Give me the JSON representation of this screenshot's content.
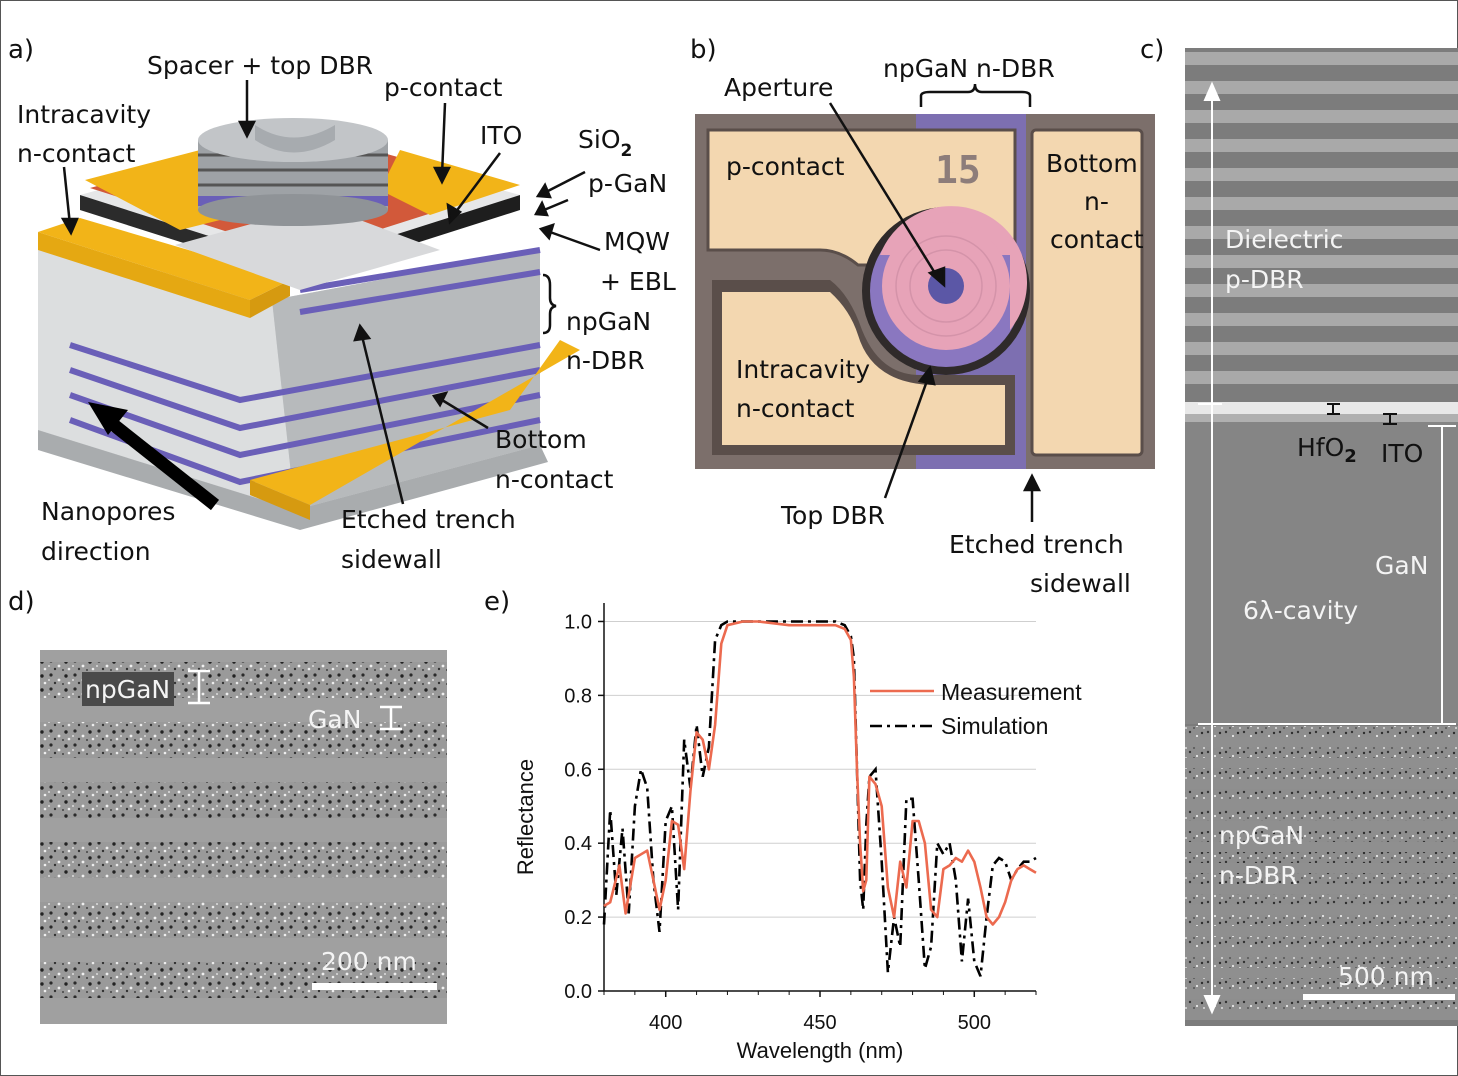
{
  "panels": {
    "a": {
      "tag": "a)",
      "labels": {
        "spacer_top_dbr": "Spacer + top DBR",
        "p_contact": "p-contact",
        "intracavity_1": "Intracavity",
        "intracavity_2": "n-contact",
        "ito": "ITO",
        "sio2_base": "SiO",
        "sio2_sub": "2",
        "p_gan": "p-GaN",
        "mqw_1": "MQW",
        "mqw_2": "+ EBL",
        "npgan_1": "npGaN",
        "npgan_2": "n-DBR",
        "bottom_1": "Bottom",
        "bottom_2": "n-contact",
        "nanopores_1": "Nanopores",
        "nanopores_2": "direction",
        "etched_1": "Etched trench",
        "etched_2": "sidewall"
      }
    },
    "b": {
      "tag": "b)",
      "labels": {
        "aperture": "Aperture",
        "npgan_ndbr": "npGaN n-DBR",
        "p_contact": "p-contact",
        "device_number": "15",
        "bottom_1": "Bottom",
        "bottom_2": "n-",
        "bottom_3": "contact",
        "intracavity_1": "Intracavity",
        "intracavity_2": "n-contact",
        "top_dbr": "Top DBR",
        "etched_1": "Etched trench",
        "etched_2": "sidewall"
      }
    },
    "c": {
      "tag": "c)",
      "labels": {
        "dielectric_1": "Dielectric",
        "dielectric_2": "p-DBR",
        "hfo2_base": "HfO",
        "hfo2_sub": "2",
        "ito": "ITO",
        "gan": "GaN",
        "cavity": "6λ-cavity",
        "npgan_1": "npGaN",
        "npgan_2": "n-DBR",
        "scale": "500 nm"
      }
    },
    "d": {
      "tag": "d)",
      "labels": {
        "npgan": "npGaN",
        "gan": "GaN",
        "scale": "200 nm"
      }
    },
    "e": {
      "tag": "e)"
    }
  },
  "colors": {
    "gold": "#f2b418",
    "dbr_blue": "#6a5fb8",
    "ito_red": "#d2593a",
    "measurement": "#ec6a4f",
    "simulation": "#000000",
    "photo_bg": "#7c6f6b",
    "p_contact_pad": "#f3d7b0",
    "aperture_pink": "#e7a3b8"
  },
  "chart_data": {
    "type": "line",
    "xlabel": "Wavelength (nm)",
    "ylabel": "Reflectance",
    "xlim": [
      380,
      520
    ],
    "ylim": [
      0,
      1.05
    ],
    "xticks": [
      400,
      450,
      500
    ],
    "yticks": [
      0.0,
      0.2,
      0.4,
      0.6,
      0.8,
      1.0
    ],
    "grid": "horizontal",
    "legend_position": "upper-right",
    "series": [
      {
        "name": "Measurement",
        "style": "solid",
        "x": [
          380,
          382,
          385,
          387,
          390,
          392,
          394,
          396,
          398,
          400,
          402,
          404,
          406,
          408,
          410,
          412,
          414,
          416,
          418,
          420,
          425,
          430,
          440,
          450,
          455,
          458,
          460,
          461,
          462,
          463,
          464,
          465,
          466,
          468,
          470,
          472,
          474,
          476,
          478,
          480,
          482,
          484,
          486,
          488,
          490,
          492,
          494,
          496,
          498,
          500,
          502,
          504,
          506,
          508,
          510,
          512,
          514,
          516,
          518,
          520
        ],
        "y": [
          0.23,
          0.24,
          0.34,
          0.21,
          0.36,
          0.37,
          0.38,
          0.3,
          0.22,
          0.3,
          0.46,
          0.45,
          0.33,
          0.54,
          0.7,
          0.68,
          0.6,
          0.72,
          0.94,
          0.99,
          1.0,
          1.0,
          0.99,
          0.99,
          0.99,
          0.98,
          0.95,
          0.85,
          0.6,
          0.4,
          0.27,
          0.3,
          0.58,
          0.56,
          0.5,
          0.28,
          0.2,
          0.35,
          0.28,
          0.46,
          0.46,
          0.4,
          0.22,
          0.2,
          0.33,
          0.34,
          0.36,
          0.35,
          0.38,
          0.35,
          0.28,
          0.2,
          0.18,
          0.2,
          0.24,
          0.3,
          0.33,
          0.34,
          0.33,
          0.32
        ]
      },
      {
        "name": "Simulation",
        "style": "dash-dot",
        "x": [
          380,
          382,
          384,
          386,
          388,
          390,
          392,
          394,
          396,
          398,
          400,
          402,
          404,
          406,
          408,
          410,
          412,
          414,
          416,
          418,
          420,
          425,
          430,
          440,
          450,
          455,
          458,
          460,
          461,
          462,
          463,
          464,
          465,
          466,
          468,
          470,
          472,
          474,
          476,
          478,
          480,
          482,
          484,
          486,
          488,
          490,
          492,
          494,
          496,
          498,
          500,
          502,
          504,
          506,
          508,
          510,
          512,
          514,
          516,
          518,
          520
        ],
        "y": [
          0.18,
          0.49,
          0.26,
          0.44,
          0.21,
          0.5,
          0.6,
          0.55,
          0.3,
          0.16,
          0.46,
          0.5,
          0.22,
          0.68,
          0.55,
          0.72,
          0.58,
          0.66,
          0.95,
          0.99,
          1.0,
          1.0,
          1.0,
          1.0,
          1.0,
          1.0,
          0.99,
          0.96,
          0.9,
          0.6,
          0.3,
          0.22,
          0.45,
          0.58,
          0.6,
          0.35,
          0.05,
          0.2,
          0.12,
          0.52,
          0.52,
          0.3,
          0.06,
          0.12,
          0.4,
          0.37,
          0.4,
          0.3,
          0.08,
          0.25,
          0.08,
          0.04,
          0.2,
          0.34,
          0.36,
          0.35,
          0.3,
          0.33,
          0.35,
          0.35,
          0.36
        ]
      }
    ]
  }
}
